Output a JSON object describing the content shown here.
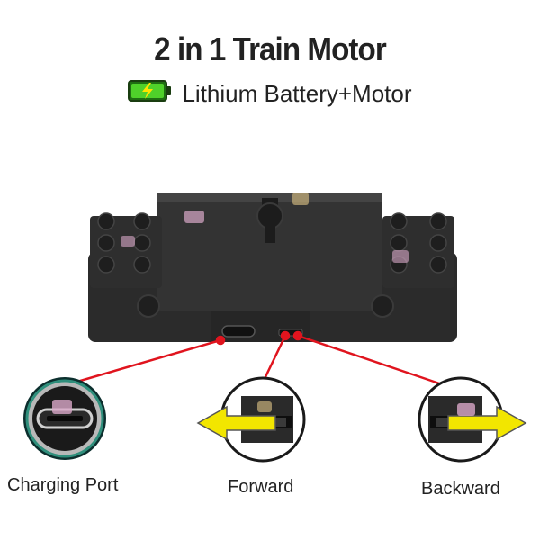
{
  "header": {
    "title": "2 in 1 Train Motor",
    "subtitle": "Lithium Battery+Motor"
  },
  "icons": [
    "battery-charging-icon",
    "ury-watermark-logo"
  ],
  "callouts": [
    {
      "label": "Charging Port"
    },
    {
      "label": "Forward"
    },
    {
      "label": "Backward"
    }
  ],
  "colors": {
    "pointer_line": "#e0141e",
    "arrow": "#f2e600",
    "battery": "#3cc21a",
    "motor_body": "#2a2a2a"
  }
}
